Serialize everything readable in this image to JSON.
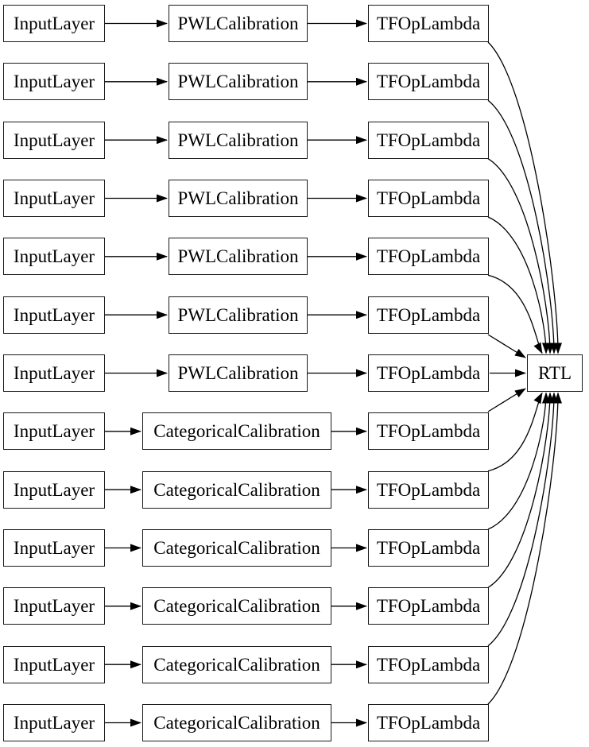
{
  "diagram": {
    "type": "model-graph",
    "colors": {
      "background": "#ffffff",
      "node_fill": "#ffffff",
      "node_border": "#1b1b1b",
      "edge": "#000000",
      "text": "#000000"
    },
    "output_node": {
      "label": "RTL"
    },
    "rows": [
      {
        "input": "InputLayer",
        "calibration": "PWLCalibration",
        "lambda": "TFOpLambda"
      },
      {
        "input": "InputLayer",
        "calibration": "PWLCalibration",
        "lambda": "TFOpLambda"
      },
      {
        "input": "InputLayer",
        "calibration": "PWLCalibration",
        "lambda": "TFOpLambda"
      },
      {
        "input": "InputLayer",
        "calibration": "PWLCalibration",
        "lambda": "TFOpLambda"
      },
      {
        "input": "InputLayer",
        "calibration": "PWLCalibration",
        "lambda": "TFOpLambda"
      },
      {
        "input": "InputLayer",
        "calibration": "PWLCalibration",
        "lambda": "TFOpLambda"
      },
      {
        "input": "InputLayer",
        "calibration": "PWLCalibration",
        "lambda": "TFOpLambda"
      },
      {
        "input": "InputLayer",
        "calibration": "CategoricalCalibration",
        "lambda": "TFOpLambda"
      },
      {
        "input": "InputLayer",
        "calibration": "CategoricalCalibration",
        "lambda": "TFOpLambda"
      },
      {
        "input": "InputLayer",
        "calibration": "CategoricalCalibration",
        "lambda": "TFOpLambda"
      },
      {
        "input": "InputLayer",
        "calibration": "CategoricalCalibration",
        "lambda": "TFOpLambda"
      },
      {
        "input": "InputLayer",
        "calibration": "CategoricalCalibration",
        "lambda": "TFOpLambda"
      },
      {
        "input": "InputLayer",
        "calibration": "CategoricalCalibration",
        "lambda": "TFOpLambda"
      }
    ]
  }
}
